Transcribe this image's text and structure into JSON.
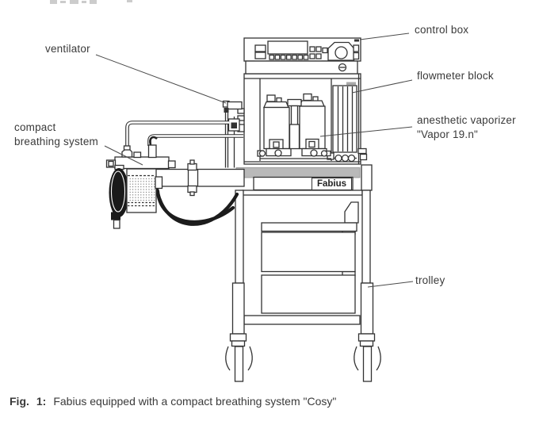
{
  "labels": {
    "ventilator": "ventilator",
    "compact_line1": "compact",
    "compact_line2": "breathing system",
    "control_box": "control box",
    "flowmeter_block": "flowmeter block",
    "vaporizer_line1": "anesthetic vaporizer",
    "vaporizer_line2": "\"Vapor 19.n\"",
    "trolley": "trolley",
    "nameplate": "Fabius"
  },
  "caption": {
    "fig": "Fig.",
    "num": "1:",
    "text": "Fabius equipped with a compact breathing system \"Cosy\""
  },
  "colors": {
    "line": "#333333",
    "label_text": "#3a3a3a",
    "table_band": "#b9b9b9",
    "background": "#ffffff",
    "bag_fill": "#1a1a1a"
  }
}
